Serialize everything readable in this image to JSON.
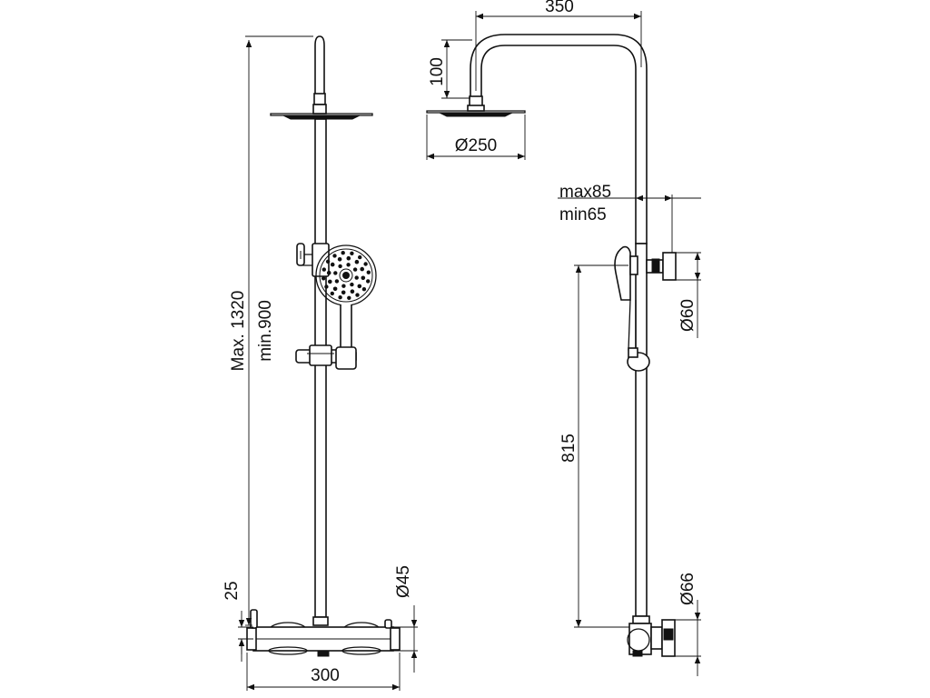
{
  "dimensions": {
    "max_height": "Max. 1320",
    "min_height": "min.900",
    "base_offset": "25",
    "mixer_width": "300",
    "pipe_diameter": "Ø45",
    "arm_length": "350",
    "head_drop": "100",
    "head_diameter": "Ø250",
    "projection_max": "max85",
    "projection_min": "min65",
    "bracket_diameter": "Ø60",
    "bracket_height": "815",
    "escutcheon_diameter": "Ø66"
  },
  "colors": {
    "line": "#111111",
    "background": "#ffffff"
  }
}
